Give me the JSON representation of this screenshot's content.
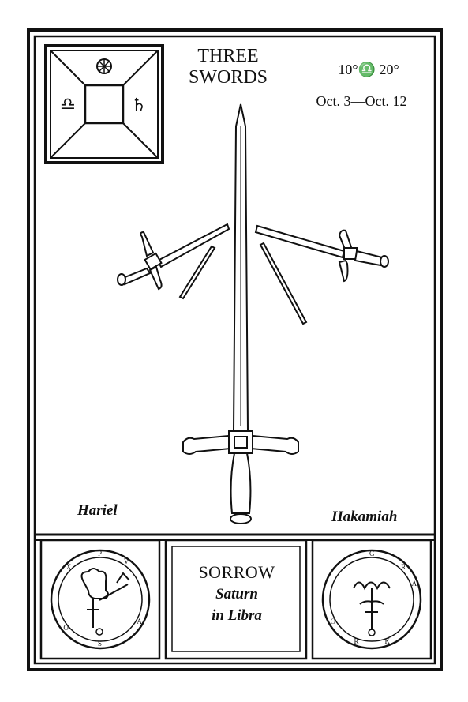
{
  "card": {
    "title_line1": "THREE",
    "title_line2": "SWORDS",
    "degrees": "10°♎ 20°",
    "dates": "Oct. 3—Oct. 12"
  },
  "corner_symbol": {
    "left_glyph": "♎",
    "right_glyph": "♄",
    "top_glyph": "⊛"
  },
  "angels": {
    "left": "Hariel",
    "right": "Hakamiah"
  },
  "meaning_box": {
    "title": "SORROW",
    "line1": "Saturn",
    "line2": "in Libra"
  },
  "sigil_left": {
    "letters": [
      "P",
      "V",
      "X",
      "A",
      "S",
      "O"
    ]
  },
  "sigil_right": {
    "letters": [
      "G",
      "R",
      "A",
      "O",
      "R",
      "K"
    ]
  }
}
